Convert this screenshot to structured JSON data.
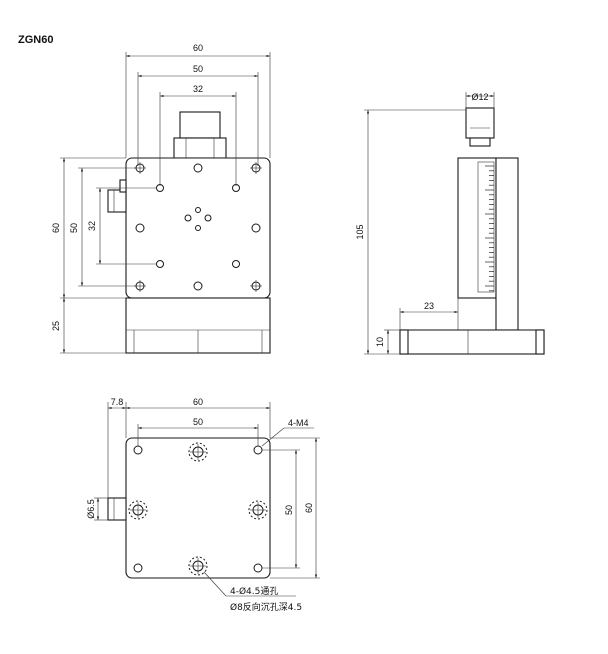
{
  "model": "ZGN60",
  "top_view": {
    "dim_width_outer": "60",
    "dim_width_mid": "50",
    "dim_width_inner": "32",
    "dim_height_outer": "60",
    "dim_height_mid": "50",
    "dim_height_inner": "32",
    "dim_base": "25"
  },
  "side_view": {
    "dim_knob_dia": "Ø12",
    "dim_height": "105",
    "dim_offset": "23",
    "dim_base": "10"
  },
  "bottom_view": {
    "dim_offset": "7.8",
    "dim_width_outer": "60",
    "dim_width_mid": "50",
    "dim_height_mid": "50",
    "dim_height_outer": "60",
    "dim_shaft": "Ø6.5",
    "label_threads": "4-M4",
    "label_holes_line1": "4-Ø4.5通孔",
    "label_holes_line2": "Ø8反向沉孔深4.5"
  }
}
